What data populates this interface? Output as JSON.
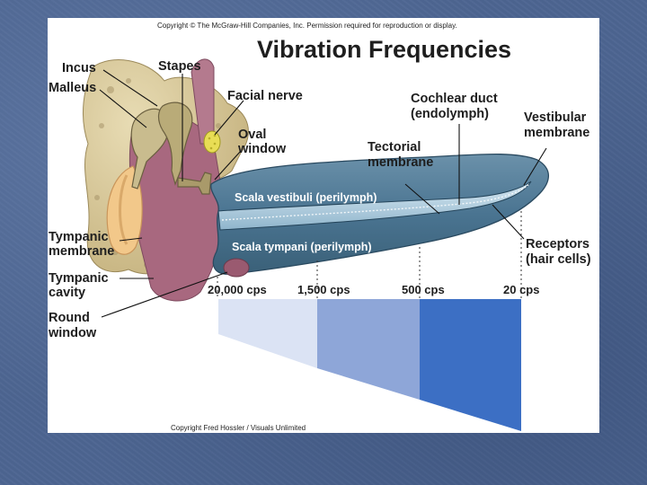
{
  "header": {
    "copyright_top": "Copyright © The McGraw-Hill Companies, Inc. Permission required for reproduction or display.",
    "title": "Vibration Frequencies"
  },
  "labels": {
    "incus": "Incus",
    "malleus": "Malleus",
    "stapes": "Stapes",
    "facial_nerve": "Facial nerve",
    "oval_window": [
      "Oval",
      "window"
    ],
    "cochlear_duct": [
      "Cochlear duct",
      "(endolymph)"
    ],
    "vestibular_membrane": [
      "Vestibular",
      "membrane"
    ],
    "tectorial_membrane": [
      "Tectorial",
      "membrane"
    ],
    "scala_vestibuli": "Scala vestibuli (perilymph)",
    "scala_tympani": "Scala tympani (perilymph)",
    "tympanic_membrane": [
      "Tympanic",
      "membrane"
    ],
    "tympanic_cavity": [
      "Tympanic",
      "cavity"
    ],
    "round_window": [
      "Round",
      "window"
    ],
    "receptors": [
      "Receptors",
      "(hair cells)"
    ]
  },
  "frequencies": [
    "20,000 cps",
    "1,500 cps",
    "500 cps",
    "20 cps"
  ],
  "footer": {
    "copyright_bottom": "Copyright Fred Hossler / Visuals Unlimited"
  },
  "colors": {
    "band1": "#dbe3f4",
    "band2": "#8ea6d8",
    "band3": "#3c6fc4",
    "cochlea": "#4a7491",
    "bone": "#d8cba0",
    "tissue": "#a8687f"
  }
}
